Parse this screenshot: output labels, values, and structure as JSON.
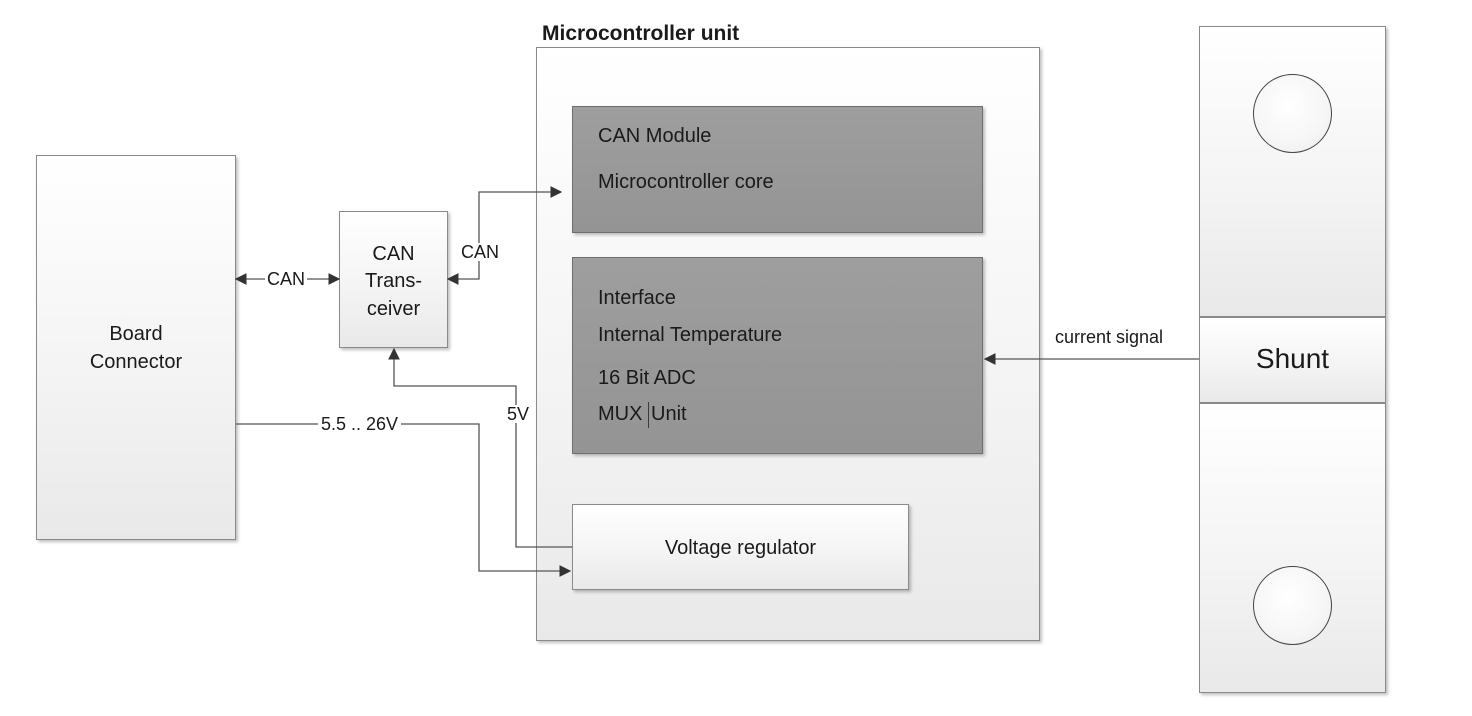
{
  "board_connector": {
    "line1": "Board",
    "line2": "Connector"
  },
  "transceiver": {
    "line1": "CAN",
    "line2": "Trans-",
    "line3": "ceiver"
  },
  "mcu": {
    "title": "Microcontroller unit",
    "can_block": {
      "line1": "CAN Module",
      "line2": "Microcontroller core"
    },
    "interface_block": {
      "line1": "Interface",
      "line2": "Internal Temperature",
      "line3": "16 Bit ADC",
      "line4": "MUX",
      "line5": "Unit"
    },
    "regulator": "Voltage regulator"
  },
  "shunt": {
    "label": "Shunt"
  },
  "connections": {
    "can_board_transceiver": "CAN",
    "can_transceiver_mcu": "CAN",
    "supply_voltage": "5.5 .. 26V",
    "regulated_voltage": "5V",
    "current_signal": "current signal"
  }
}
